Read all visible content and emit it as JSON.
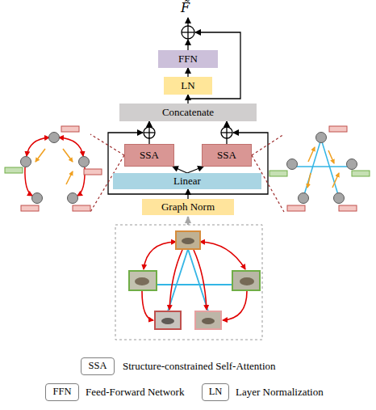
{
  "diagram": {
    "nodes": [
      {
        "text": [
          "FFN"
        ]
      },
      {
        "text": [
          "LN"
        ]
      },
      {
        "text": [
          "Concatenate"
        ]
      },
      {
        "text": [
          "SSA"
        ]
      },
      {
        "text": [
          "SSA"
        ]
      },
      {
        "text": [
          "Linear"
        ]
      },
      {
        "text": [
          "Graph Norm"
        ]
      },
      {
        "text": [
          "SSA"
        ]
      },
      {
        "text": [
          "FFN"
        ]
      },
      {
        "text": [
          "LN"
        ]
      }
    ],
    "edges": [
      {
        "from": 6,
        "to": 5,
        "arrow": "to"
      },
      {
        "from": 5,
        "to": 3,
        "arrow": "to"
      },
      {
        "from": 5,
        "to": 4,
        "arrow": "to"
      },
      {
        "from": 3,
        "to": 2,
        "arrow": "to"
      },
      {
        "from": 4,
        "to": 2,
        "arrow": "to"
      },
      {
        "from": 2,
        "to": 1,
        "arrow": "to"
      },
      {
        "from": 1,
        "to": 0,
        "arrow": "to"
      }
    ],
    "labels": [
      "F̃"
    ],
    "legend": [
      {
        "text": "Structure-constrained Self-Attention"
      },
      {
        "text": "Feed-Forward Network"
      },
      {
        "text": "Layer Normalization"
      }
    ]
  }
}
